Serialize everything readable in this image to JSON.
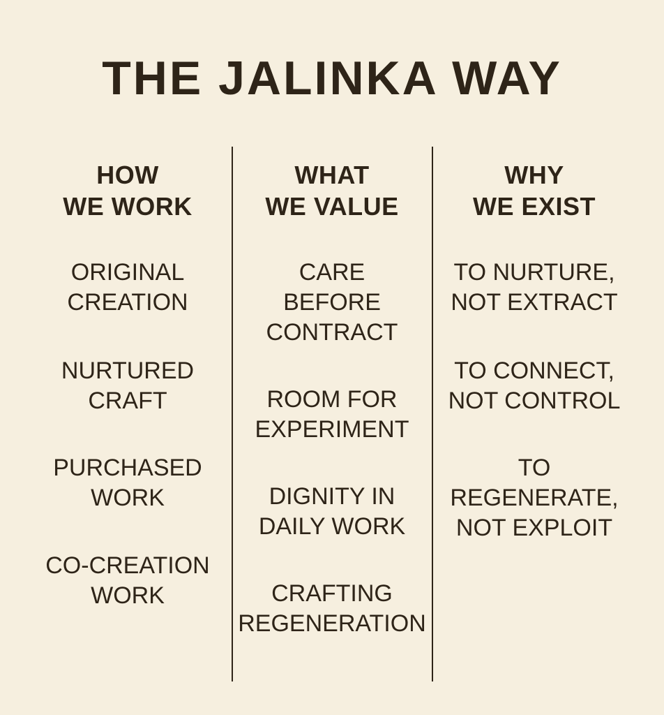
{
  "title": "THE JALINKA WAY",
  "columns": [
    {
      "heading": [
        "HOW",
        "WE WORK"
      ],
      "items": [
        [
          "ORIGINAL",
          "CREATION"
        ],
        [
          "NURTURED",
          "CRAFT"
        ],
        [
          "PURCHASED",
          "WORK"
        ],
        [
          "CO-CREATION",
          "WORK"
        ]
      ]
    },
    {
      "heading": [
        "WHAT",
        "WE VALUE"
      ],
      "items": [
        [
          "CARE",
          "BEFORE",
          "CONTRACT"
        ],
        [
          "ROOM FOR",
          "EXPERIMENT"
        ],
        [
          "DIGNITY IN",
          "DAILY WORK"
        ],
        [
          "CRAFTING",
          "REGENERATION"
        ]
      ]
    },
    {
      "heading": [
        "WHY",
        "WE EXIST"
      ],
      "items": [
        [
          "TO NURTURE,",
          "NOT EXTRACT"
        ],
        [
          "TO CONNECT,",
          "NOT CONTROL"
        ],
        [
          "TO",
          "REGENERATE,",
          "NOT EXPLOIT"
        ]
      ]
    }
  ]
}
